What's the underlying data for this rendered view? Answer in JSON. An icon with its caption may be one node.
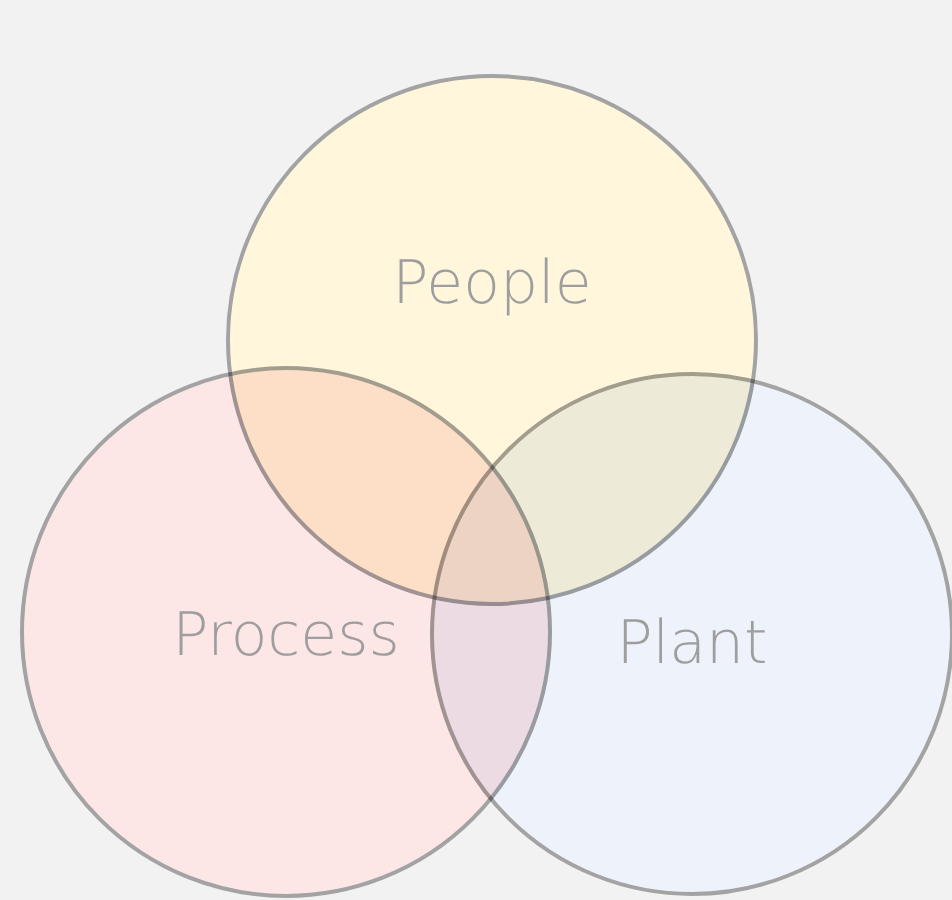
{
  "diagram": {
    "nodes": [
      {
        "text": [
          "People"
        ]
      },
      {
        "text": [
          "Process"
        ]
      },
      {
        "text": [
          "Plant"
        ]
      }
    ]
  }
}
